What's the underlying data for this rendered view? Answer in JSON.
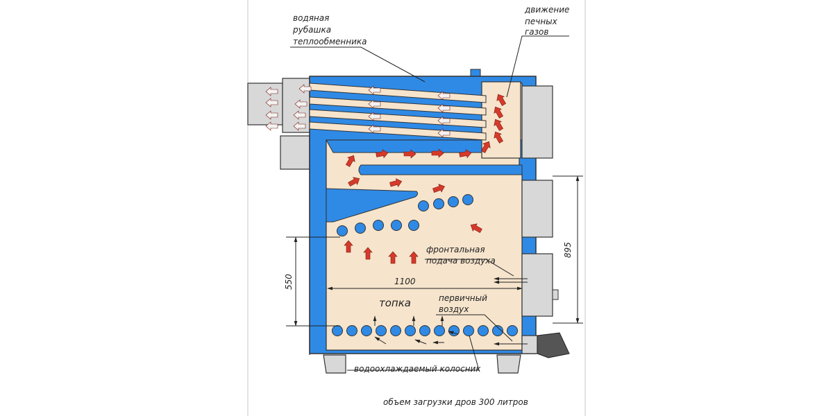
{
  "colors": {
    "water_jacket": "#2f8ae6",
    "firebox": "#f6e4cc",
    "steel": "#d8d8d8",
    "arrow": "#d63a2a",
    "outline": "#333333"
  },
  "labels": {
    "water_jacket": [
      "водяная",
      "рубашка",
      "теплообменника"
    ],
    "gas_movement": [
      "движение",
      "печных",
      "газов"
    ],
    "front_air": [
      "фронтальная",
      "подача воздуха"
    ],
    "primary_air": [
      "первичный",
      "воздух"
    ],
    "firebox": "топка",
    "grate": "водоохлаждаемый колосник",
    "load_volume": "объем загрузки дров  300 литров"
  },
  "dimensions": {
    "width": "1100",
    "height_front": "895",
    "height_firebox": "550"
  }
}
